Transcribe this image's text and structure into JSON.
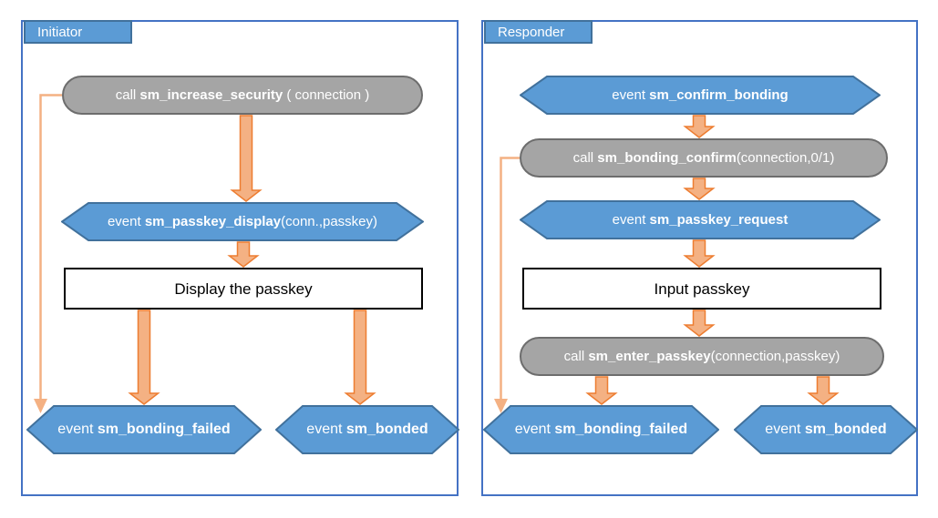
{
  "colors": {
    "shape_blue": "#5B9BD5",
    "shape_blue_border": "#41719C",
    "shape_gray": "#A5A5A5",
    "shape_gray_border": "#6D6D6D",
    "arrow_fill": "#F4B183",
    "arrow_border": "#ED7D31",
    "panel_border": "#4472C4",
    "process_border": "#000000",
    "text_on_shape": "#ffffff",
    "text_on_process": "#000000"
  },
  "panels": [
    {
      "tab": "Initiator",
      "nodes": {
        "call_increase_security": {
          "prefix": "call ",
          "name": "sm_increase_security",
          "suffix": " ( connection )"
        },
        "event_passkey_display": {
          "prefix": "event ",
          "name": "sm_passkey_display",
          "suffix": "(conn.,passkey)"
        },
        "process": {
          "label": "Display the passkey"
        },
        "event_bonding_failed": {
          "prefix": "event ",
          "name": "sm_bonding_failed",
          "suffix": ""
        },
        "event_bonded": {
          "prefix": "event ",
          "name": "sm_bonded",
          "suffix": ""
        }
      }
    },
    {
      "tab": "Responder",
      "nodes": {
        "event_confirm_bonding": {
          "prefix": "event ",
          "name": "sm_confirm_bonding",
          "suffix": ""
        },
        "call_bonding_confirm": {
          "prefix": "call ",
          "name": "sm_bonding_confirm",
          "suffix": "(connection,0/1)"
        },
        "event_passkey_request": {
          "prefix": "event ",
          "name": "sm_passkey_request",
          "suffix": ""
        },
        "process": {
          "label": "Input passkey"
        },
        "call_enter_passkey": {
          "prefix": "call ",
          "name": "sm_enter_passkey",
          "suffix": "(connection,passkey)"
        },
        "event_bonding_failed": {
          "prefix": "event ",
          "name": "sm_bonding_failed",
          "suffix": ""
        },
        "event_bonded": {
          "prefix": "event ",
          "name": "sm_bonded",
          "suffix": ""
        }
      }
    }
  ]
}
